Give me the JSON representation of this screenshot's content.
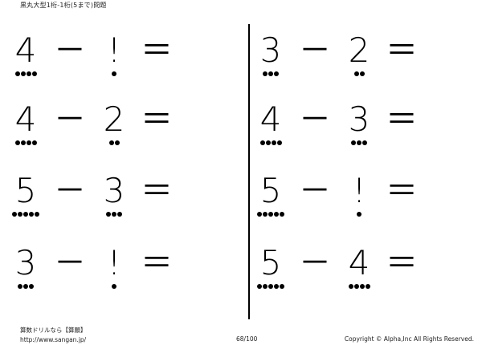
{
  "header": {
    "title": "黒丸大型1桁-1桁(5まで)問題"
  },
  "problems": [
    {
      "a": "4",
      "op": "－",
      "b": "!",
      "eq": "＝",
      "a_dots": 4,
      "b_dots": 1
    },
    {
      "a": "3",
      "op": "－",
      "b": "2",
      "eq": "＝",
      "a_dots": 3,
      "b_dots": 2
    },
    {
      "a": "4",
      "op": "－",
      "b": "2",
      "eq": "＝",
      "a_dots": 4,
      "b_dots": 2
    },
    {
      "a": "4",
      "op": "－",
      "b": "3",
      "eq": "＝",
      "a_dots": 4,
      "b_dots": 3
    },
    {
      "a": "5",
      "op": "－",
      "b": "3",
      "eq": "＝",
      "a_dots": 5,
      "b_dots": 3
    },
    {
      "a": "5",
      "op": "－",
      "b": "!",
      "eq": "＝",
      "a_dots": 5,
      "b_dots": 1
    },
    {
      "a": "3",
      "op": "－",
      "b": "!",
      "eq": "＝",
      "a_dots": 3,
      "b_dots": 1
    },
    {
      "a": "5",
      "op": "－",
      "b": "4",
      "eq": "＝",
      "a_dots": 5,
      "b_dots": 4
    }
  ],
  "footer": {
    "site_name": "算数ドリルなら【算願】",
    "url": "http://www.sangan.jp/",
    "page": "68/100",
    "copyright": "Copyright © Alpha,Inc All Rights Reserved."
  }
}
